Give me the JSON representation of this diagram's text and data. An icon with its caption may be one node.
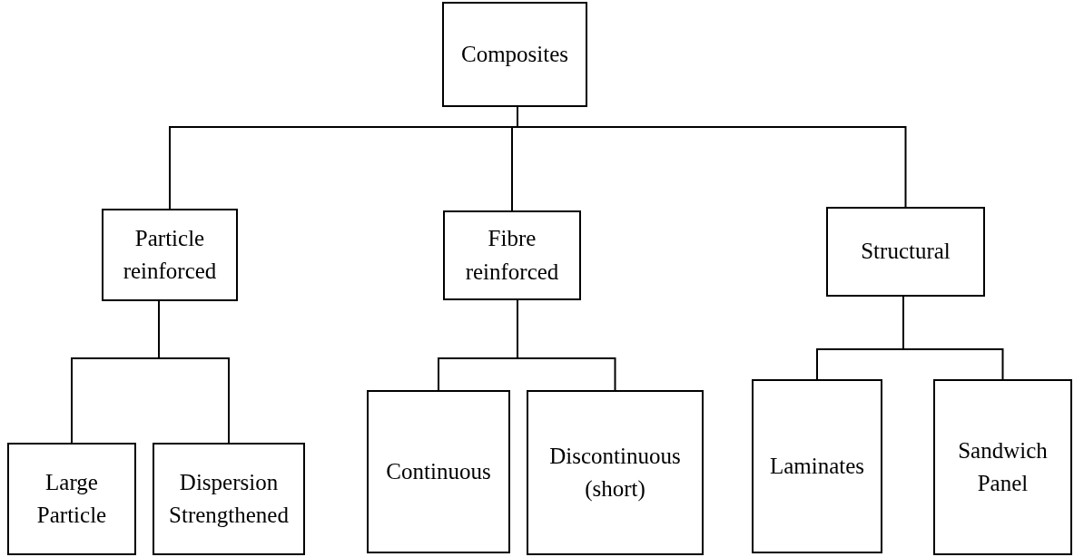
{
  "diagram": {
    "nodes": [
      {
        "text": [
          "Composites"
        ]
      },
      {
        "text": [
          "Particle reinforced"
        ]
      },
      {
        "text": [
          "Fibre reinforced"
        ]
      },
      {
        "text": [
          "Structural"
        ]
      },
      {
        "text": [
          "Large Particle"
        ]
      },
      {
        "text": [
          "Dispersion Strengthened"
        ]
      },
      {
        "text": [
          "Continuous"
        ]
      },
      {
        "text": [
          "Discontinuous (short)"
        ]
      },
      {
        "text": [
          "Laminates"
        ]
      },
      {
        "text": [
          "Sandwich Panel"
        ]
      }
    ],
    "edges": [
      {
        "from": 0,
        "to": 1,
        "arrow": "none"
      },
      {
        "from": 0,
        "to": 2,
        "arrow": "none"
      },
      {
        "from": 0,
        "to": 3,
        "arrow": "none"
      },
      {
        "from": 1,
        "to": 4,
        "arrow": "none"
      },
      {
        "from": 1,
        "to": 5,
        "arrow": "none"
      },
      {
        "from": 2,
        "to": 6,
        "arrow": "none"
      },
      {
        "from": 2,
        "to": 7,
        "arrow": "none"
      },
      {
        "from": 3,
        "to": 8,
        "arrow": "none"
      },
      {
        "from": 3,
        "to": 9,
        "arrow": "none"
      }
    ]
  }
}
